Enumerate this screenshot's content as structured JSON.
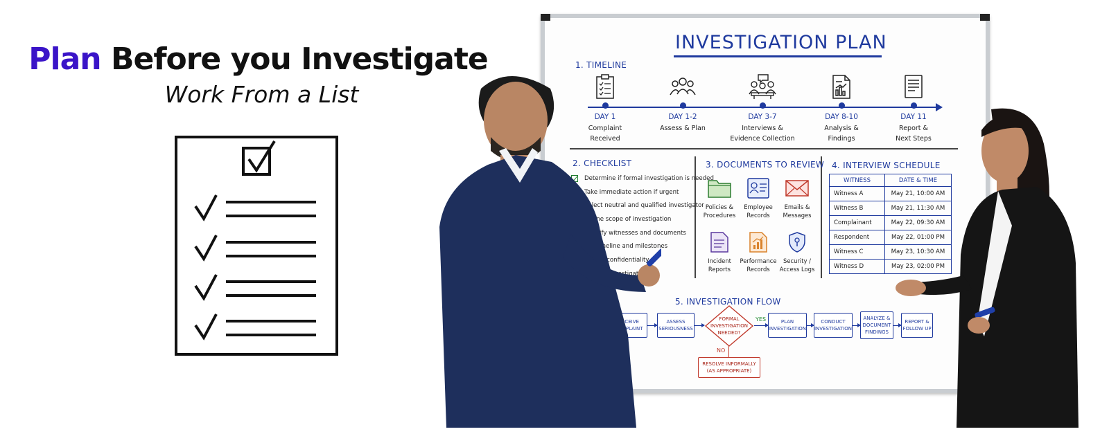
{
  "heading": {
    "accent": "Plan",
    "rest": " Before you Investigate",
    "subtitle": "Work From a List"
  },
  "board": {
    "title": "INVESTIGATION PLAN",
    "timeline": {
      "title": "1. TIMELINE",
      "items": [
        {
          "day": "DAY 1",
          "desc": "Complaint\nReceived",
          "icon": "clipboard-icon"
        },
        {
          "day": "DAY 1-2",
          "desc": "Assess & Plan",
          "icon": "people-icon"
        },
        {
          "day": "DAY 3-7",
          "desc": "Interviews &\nEvidence Collection",
          "icon": "meeting-icon"
        },
        {
          "day": "DAY 8-10",
          "desc": "Analysis &\nFindings",
          "icon": "report-chart-icon"
        },
        {
          "day": "DAY 11",
          "desc": "Report &\nNext Steps",
          "icon": "document-icon"
        }
      ]
    },
    "checklist": {
      "title": "2. CHECKLIST",
      "items": [
        "Determine if formal investigation is needed",
        "Take immediate action if urgent",
        "Select neutral and qualified investigator",
        "Define scope of investigation",
        "Identify witnesses and documents",
        "Set timeline and milestones",
        "Ensure confidentiality",
        "Prepare investigation"
      ]
    },
    "documents": {
      "title": "3. DOCUMENTS TO REVIEW",
      "items": [
        {
          "label": "Policies &\nProcedures",
          "icon": "folder-icon"
        },
        {
          "label": "Employee\nRecords",
          "icon": "id-card-icon"
        },
        {
          "label": "Emails &\nMessages",
          "icon": "envelope-icon"
        },
        {
          "label": "Incident\nReports",
          "icon": "report-icon"
        },
        {
          "label": "Performance\nRecords",
          "icon": "performance-chart-icon"
        },
        {
          "label": "Security /\nAccess Logs",
          "icon": "shield-icon"
        }
      ]
    },
    "schedule": {
      "title": "4. INTERVIEW SCHEDULE",
      "headers": [
        "WITNESS",
        "DATE & TIME"
      ],
      "rows": [
        [
          "Witness A",
          "May 21, 10:00 AM"
        ],
        [
          "Witness B",
          "May 21, 11:30 AM"
        ],
        [
          "Complainant",
          "May 22, 09:30 AM"
        ],
        [
          "Respondent",
          "May 22, 01:00 PM"
        ],
        [
          "Witness C",
          "May 23, 10:30 AM"
        ],
        [
          "Witness D",
          "May 23, 02:00 PM"
        ]
      ]
    },
    "flow": {
      "title": "5. INVESTIGATION FLOW",
      "steps": [
        "RECEIVE\nCOMPLAINT",
        "ASSESS\nSERIOUSNESS",
        "FORMAL\nINVESTIGATION\nNEEDED?",
        "PLAN\nINVESTIGATION",
        "CONDUCT\nINVESTIGATION",
        "ANALYZE &\nDOCUMENT\nFINDINGS",
        "REPORT &\nFOLLOW UP"
      ],
      "yes": "YES",
      "no": "NO",
      "alt": "RESOLVE INFORMALLY\n(AS APPROPRIATE)"
    }
  },
  "colors": {
    "accent": "#3a14c8",
    "marker_blue": "#1f3a9e",
    "check_green": "#1f8a2e",
    "alert_red": "#c0392b",
    "suit_navy": "#1e2f5c"
  }
}
